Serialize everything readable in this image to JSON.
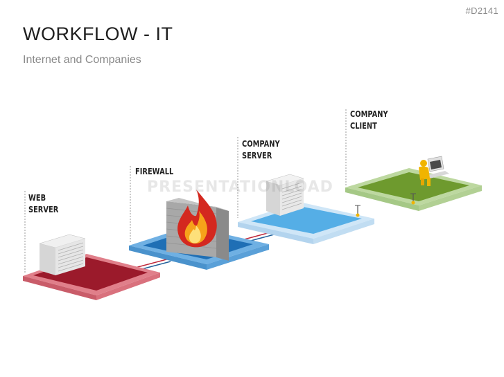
{
  "slide_id": "#D2141",
  "title": "WORKFLOW - IT",
  "subtitle": "Internet and Companies",
  "watermark": "PRESENTATIONLOAD",
  "stages": [
    {
      "line1": "WEB",
      "line2": "SERVER",
      "color": "#a01d2e"
    },
    {
      "line1": "FIREWALL",
      "line2": "",
      "color": "#2d7fc4"
    },
    {
      "line1": "COMPANY",
      "line2": "SERVER",
      "color": "#5ab0e6"
    },
    {
      "line1": "COMPANY",
      "line2": "CLIENT",
      "color": "#6e9b2e"
    }
  ]
}
